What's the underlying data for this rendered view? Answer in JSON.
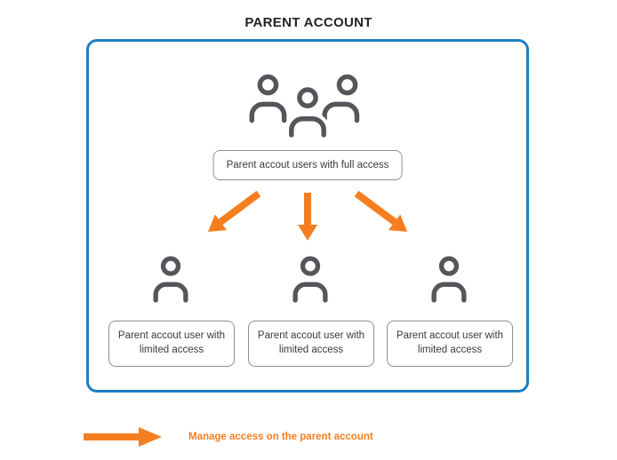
{
  "title": "PARENT ACCOUNT",
  "colors": {
    "blue": "#1b7fc4",
    "orange": "#f57e20",
    "icon": "#55565b",
    "box_border": "#8d8f92",
    "text": "#3a3a3c",
    "bg": "#ffffff"
  },
  "icons": {
    "top": "users-group-icon",
    "children": "user-icon",
    "connectors": [
      "arrow-down-left-icon",
      "arrow-down-icon",
      "arrow-down-right-icon"
    ],
    "legend": "arrow-right-icon"
  },
  "diagram": {
    "full_access_label": "Parent accout users with full access",
    "limited_access_labels": [
      "Parent accout user with limited access",
      "Parent accout user with limited access",
      "Parent accout user with limited access"
    ]
  },
  "legend": {
    "label": "Manage access on the parent account"
  }
}
